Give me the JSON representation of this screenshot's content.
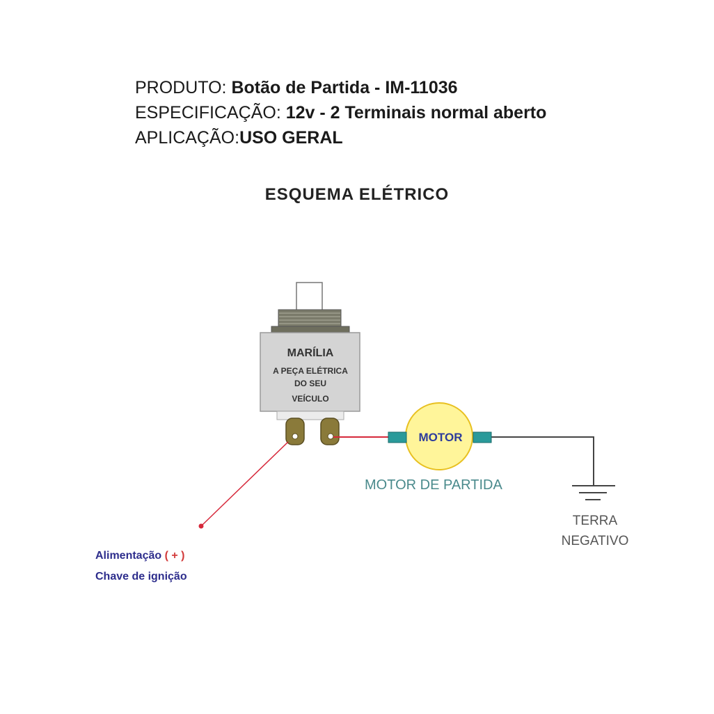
{
  "product": {
    "label": "PRODUTO: ",
    "value": "Botão de Partida - IM-11036"
  },
  "specification": {
    "label": "ESPECIFICAÇÃO: ",
    "value": "12v - 2 Terminais normal aberto"
  },
  "application": {
    "label": "APLICAÇÃO:",
    "value": "USO GERAL"
  },
  "schema_title": "ESQUEMA ELÉTRICO",
  "switch_body": {
    "brand": "MARÍLIA",
    "line1": "A PEÇA ELÉTRICA",
    "line2": "DO SEU",
    "line3": "VEÍCULO"
  },
  "motor": {
    "symbol_label": "MOTOR",
    "caption": "MOTOR DE PARTIDA"
  },
  "ground": {
    "line1": "TERRA",
    "line2": "NEGATIVO"
  },
  "supply": {
    "line1": "Alimentação",
    "polarity": "( + )",
    "line2": "Chave de ignição"
  },
  "colors": {
    "wire_positive": "#d6283a",
    "wire_ground": "#444444",
    "motor_fill": "#fff59a",
    "motor_border": "#e8c020",
    "connector": "#2a9a9a",
    "switch_body": "#d4d4d4",
    "thread": "#7a7a6a",
    "terminal": "#8a7a3a"
  }
}
